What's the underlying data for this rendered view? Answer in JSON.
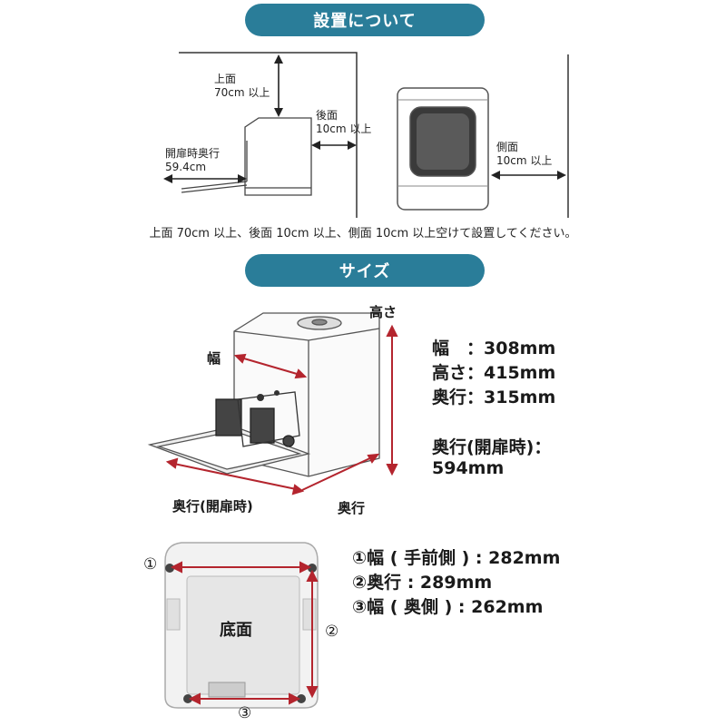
{
  "install": {
    "heading": "設置について",
    "top_label_1": "上面",
    "top_label_2": "70cm 以上",
    "back_label_1": "後面",
    "back_label_2": "10cm 以上",
    "door_label_1": "開扉時奥行",
    "door_label_2": "59.4cm",
    "side_label_1": "側面",
    "side_label_2": "10cm 以上",
    "note": "上面 70cm 以上、後面 10cm 以上、側面 10cm 以上空けて設置してください。"
  },
  "size": {
    "heading": "サイズ",
    "label_height": "高さ",
    "label_width": "幅",
    "label_depth_open": "奥行(開扉時)",
    "label_depth": "奥行",
    "spec_width": "幅　：308mm",
    "spec_height": "高さ：415mm",
    "spec_depth": "奥行：315mm",
    "spec_depth_open_1": "奥行(開扉時)：",
    "spec_depth_open_2": "594mm"
  },
  "bottom": {
    "label": "底面",
    "marker_1": "①",
    "marker_2": "②",
    "marker_3": "③",
    "spec_1": "①幅 ( 手前側 ) : 282mm",
    "spec_2": "②奥行 : 289mm",
    "spec_3": "③幅 ( 奥側 ) : 262mm"
  },
  "colors": {
    "heading_pill": "#2a7d99",
    "dimension_line": "#b4252e"
  }
}
